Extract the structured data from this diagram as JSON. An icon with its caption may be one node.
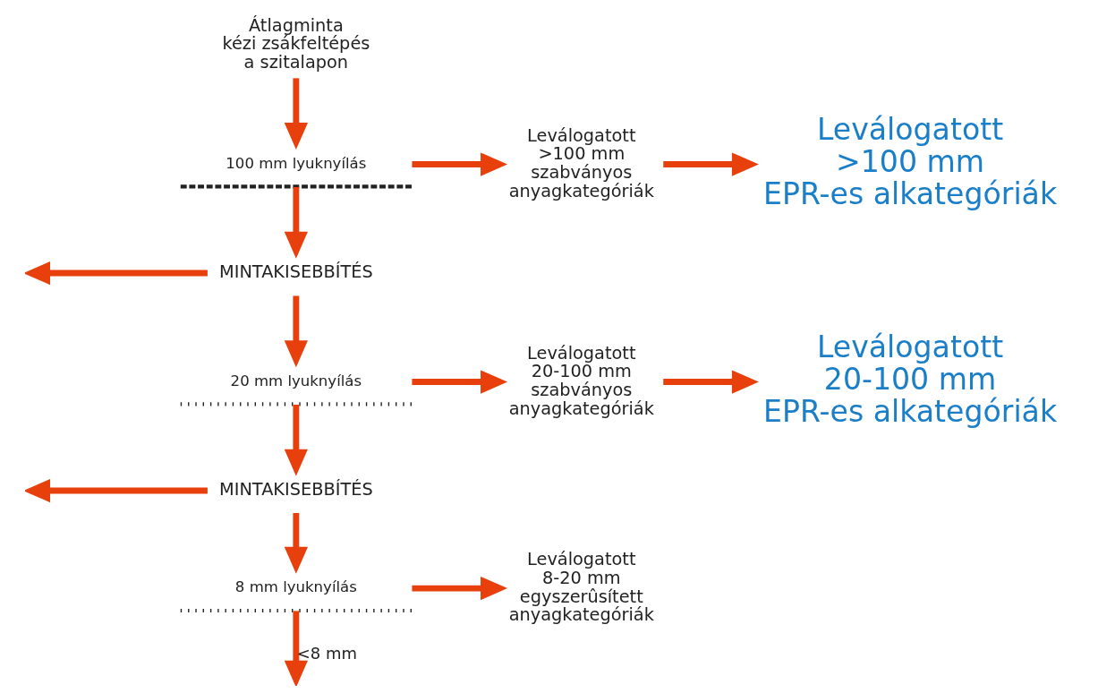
{
  "diagram": {
    "nodes": [
      {
        "text": [
          "Átlagminta kézi zsákfeltépés a szitalapon"
        ]
      },
      {
        "text": [
          "100 mm lyuknyílás"
        ]
      },
      {
        "text": [
          "Leválogatott >100 mm szabványos anyagkategóriák"
        ]
      },
      {
        "text": [
          "Leválogatott >100 mm EPR-es alkategóriák"
        ]
      },
      {
        "text": [
          "MINTAKISEBBÍTÉS"
        ]
      },
      {
        "text": [
          "20 mm lyuknyílás"
        ]
      },
      {
        "text": [
          "Leválogatott 20-100 mm szabványos anyagkategóriák"
        ]
      },
      {
        "text": [
          "Leválogatott 20-100 mm EPR-es alkategóriák"
        ]
      },
      {
        "text": [
          "MINTAKISEBBÍTÉS"
        ]
      },
      {
        "text": [
          "8 mm lyuknyílás"
        ]
      },
      {
        "text": [
          "Leválogatott 8-20 mm egyszerûsített anyagkategóriák"
        ]
      }
    ],
    "edges": [
      {
        "from": 0,
        "to": 1,
        "arrow": "to"
      },
      {
        "from": 1,
        "to": 4,
        "arrow": "to"
      },
      {
        "from": 1,
        "to": 2,
        "arrow": "to"
      },
      {
        "from": 2,
        "to": 3,
        "arrow": "to"
      },
      {
        "from": 4,
        "to": null,
        "arrow": "to"
      },
      {
        "from": 4,
        "to": 5,
        "arrow": "to"
      },
      {
        "from": 5,
        "to": 8,
        "arrow": "to"
      },
      {
        "from": 5,
        "to": 6,
        "arrow": "to"
      },
      {
        "from": 6,
        "to": 7,
        "arrow": "to"
      },
      {
        "from": 8,
        "to": null,
        "arrow": "to"
      },
      {
        "from": 8,
        "to": 9,
        "arrow": "to"
      },
      {
        "from": 9,
        "to": 10,
        "arrow": "to"
      },
      {
        "from": 9,
        "to": null,
        "arrow": "to",
        "label": "<8 mm"
      }
    ]
  }
}
